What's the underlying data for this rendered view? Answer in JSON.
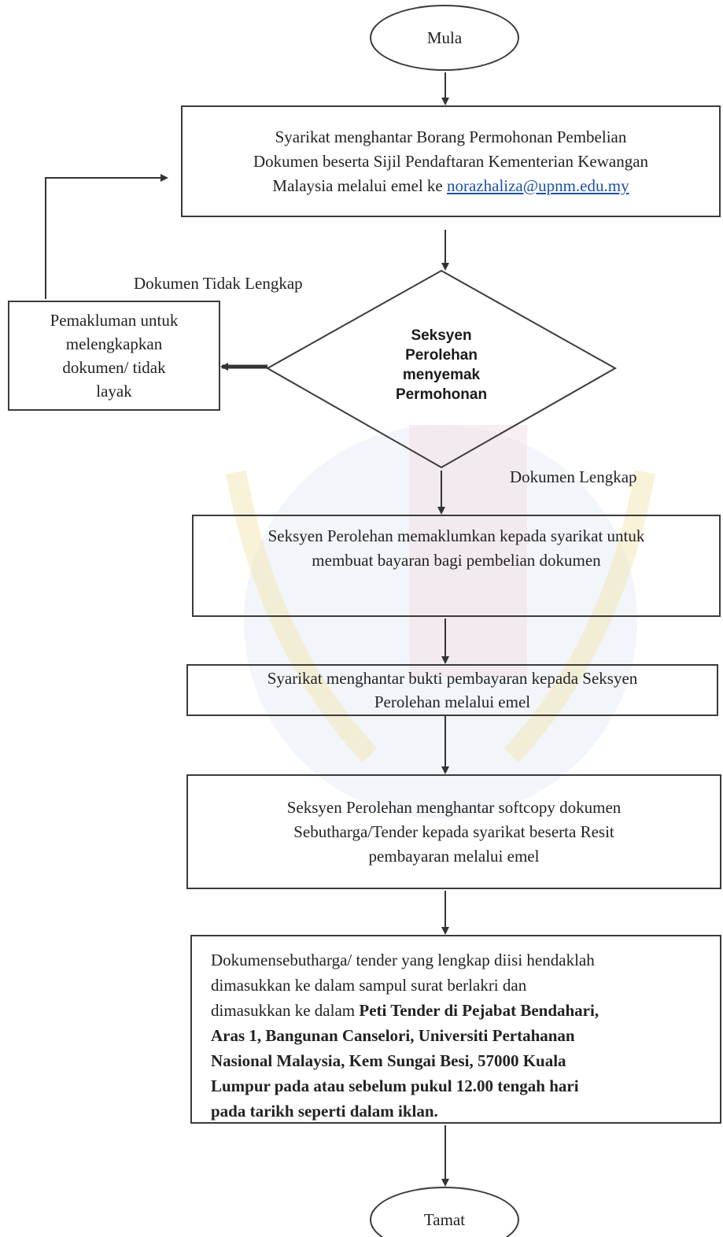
{
  "flowchart": {
    "start": "Mula",
    "step1": {
      "line1": "Syarikat menghantar Borang Permohonan Pembelian",
      "line2": "Dokumen beserta Sijil Pendaftaran Kementerian Kewangan",
      "line3_prefix": "Malaysia melalui emel ke",
      "email": "norazhaliza@upnm.edu.my"
    },
    "label_incomplete": "Dokumen Tidak Lengkap",
    "notify_incomplete": {
      "line1": "Pemakluman untuk",
      "line2": "melengkapkan",
      "line3": "dokumen/ tidak",
      "line4": "layak"
    },
    "decision": {
      "line1": "Seksyen",
      "line2": "Perolehan",
      "line3": "menyemak",
      "line4": "Permohonan"
    },
    "label_complete": "Dokumen Lengkap",
    "step2": {
      "line1": "Seksyen Perolehan memaklumkan kepada syarikat untuk",
      "line2": "membuat bayaran bagi pembelian dokumen"
    },
    "step3": {
      "line1": "Syarikat menghantar bukti pembayaran kepada Seksyen",
      "line2": "Perolehan melalui emel"
    },
    "step4": {
      "line1": "Seksyen Perolehan menghantar softcopy dokumen",
      "line2": "Sebutharga/Tender kepada syarikat beserta Resit",
      "line3": "pembayaran melalui emel"
    },
    "step5": {
      "line1": "Dokumensebutharga/ tender yang lengkap diisi hendaklah",
      "line2": "dimasukkan ke dalam sampul surat berlakri dan",
      "line3_prefix": "dimasukkan ke dalam",
      "line3_bold": "Peti Tender di Pejabat Bendahari,",
      "line4": "Aras 1, Bangunan Canselori, Universiti Pertahanan",
      "line5": "Nasional Malaysia, Kem Sungai Besi, 57000 Kuala",
      "line6": "Lumpur pada atau sebelum pukul 12.00 tengah hari",
      "line7": "pada tarikh seperti dalam iklan."
    },
    "end": "Tamat"
  }
}
